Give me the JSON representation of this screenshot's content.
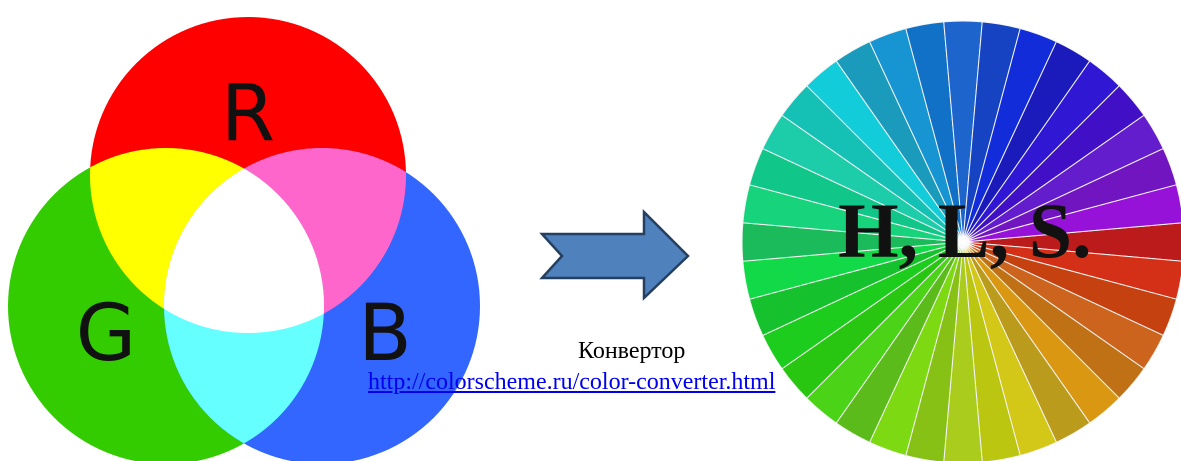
{
  "rgb_diagram": {
    "labels": {
      "r": "R",
      "g": "G",
      "b": "B"
    },
    "colors": {
      "red": "#ff0000",
      "green": "#33cc00",
      "blue": "#3366ff",
      "yellow": "#ffff00",
      "magenta": "#ff66cc",
      "cyan": "#66ffff",
      "white": "#ffffff"
    }
  },
  "arrow": {
    "fill": "#4f81bd",
    "stroke": "#243f60"
  },
  "hls_wheel": {
    "title": "H, L, S.",
    "segments": 36
  },
  "converter": {
    "label": "Конвертор",
    "link": "http://colorscheme.ru/color-converter.html"
  }
}
